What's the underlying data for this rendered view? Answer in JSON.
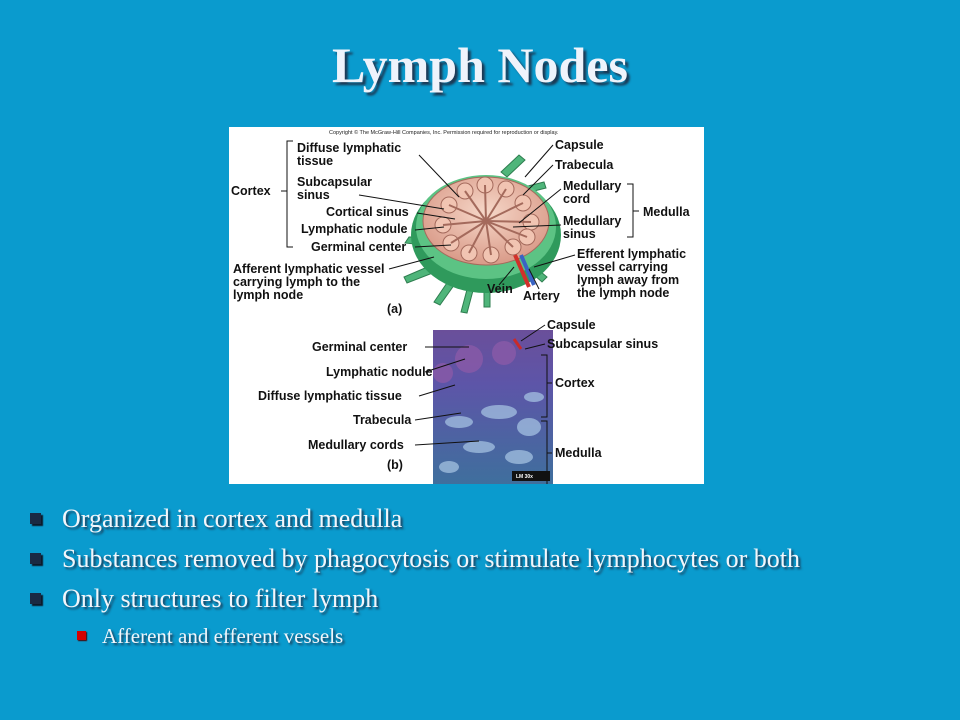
{
  "title": "Lymph Nodes",
  "figure": {
    "copyright": "Copyright © The McGraw-Hill Companies, Inc. Permission required for reproduction or display.",
    "panel_a": {
      "cortex": "Cortex",
      "diffuse_1": "Diffuse lymphatic",
      "diffuse_2": "tissue",
      "subcapsular_1": "Subcapsular",
      "subcapsular_2": "sinus",
      "cortical_sinus": "Cortical sinus",
      "lymphatic_nodule": "Lymphatic nodule",
      "germinal_center": "Germinal center",
      "afferent_1": "Afferent lymphatic vessel",
      "afferent_2": "carrying lymph to the",
      "afferent_3": "lymph node",
      "capsule": "Capsule",
      "trabecula": "Trabecula",
      "medullary_cord_1": "Medullary",
      "medullary_cord_2": "cord",
      "medullary_sinus_1": "Medullary",
      "medullary_sinus_2": "sinus",
      "medulla": "Medulla",
      "efferent_1": "Efferent lymphatic",
      "efferent_2": "vessel carrying",
      "efferent_3": "lymph away from",
      "efferent_4": "the lymph node",
      "vein": "Vein",
      "artery": "Artery",
      "panel_label": "(a)"
    },
    "panel_b": {
      "capsule": "Capsule",
      "subcapsular_sinus": "Subcapsular sinus",
      "germinal_center": "Germinal center",
      "lymphatic_nodule": "Lymphatic nodule",
      "diffuse": "Diffuse lymphatic tissue",
      "trabecula": "Trabecula",
      "medullary_cords": "Medullary cords",
      "cortex": "Cortex",
      "medulla": "Medulla",
      "panel_label": "(b)",
      "magnification": "LM 30x"
    }
  },
  "bullets": [
    "Organized in cortex and medulla",
    "Substances removed by phagocytosis or stimulate lymphocytes or both",
    "Only structures to filter lymph"
  ],
  "sub_bullets": [
    "Afferent and efferent vessels"
  ]
}
